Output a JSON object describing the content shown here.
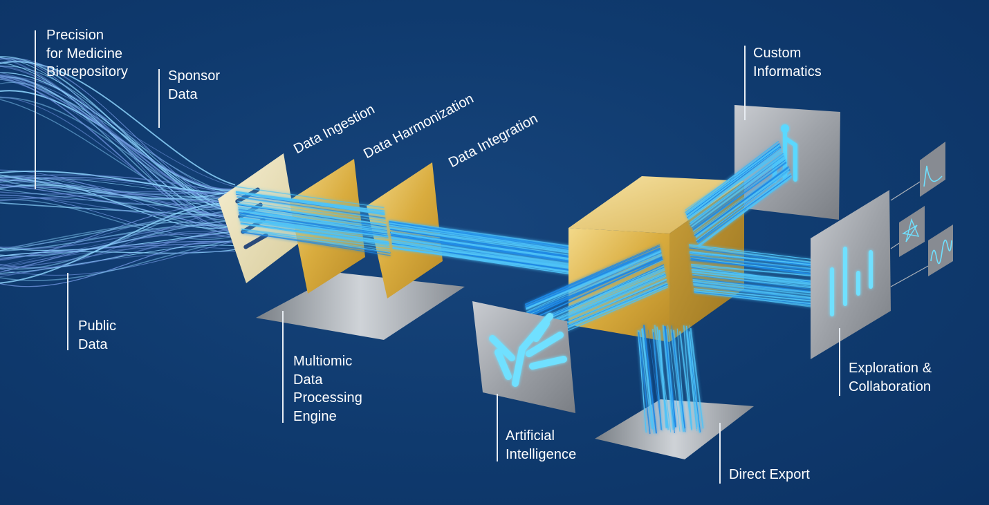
{
  "labels": {
    "precision": "Precision\nfor Medicine\nBiorepository",
    "sponsor": "Sponsor\nData",
    "public": "Public\nData",
    "ingestion": "Data Ingestion",
    "harmonization": "Data Harmonization",
    "integration": "Data Integration",
    "engine": "Multiomic\nData\nProcessing\nEngine",
    "custom": "Custom\nInformatics",
    "exploration": "Exploration &\nCollaboration",
    "ai": "Artificial\nIntelligence",
    "export": "Direct Export"
  },
  "colors": {
    "background": "#0f3a6e",
    "stream": "#4fc3f7",
    "gold": "#e0b84a",
    "silver": "#a8acb2",
    "cream": "#eee6c4"
  },
  "icons": [
    "tree-icon",
    "bar-chart-icon",
    "line-chart-icon",
    "radar-chart-icon",
    "wave-chart-icon",
    "branch-icon"
  ]
}
